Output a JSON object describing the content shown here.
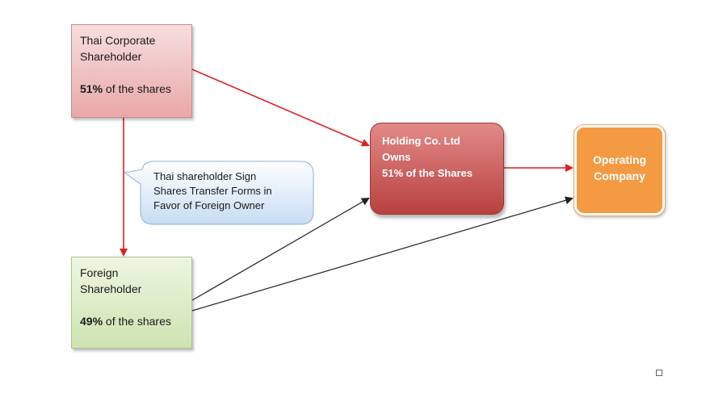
{
  "diagram": {
    "thai_shareholder": {
      "line1": "Thai Corporate",
      "line2": "Shareholder",
      "percent": "51%",
      "suffix": " of the shares"
    },
    "foreign_shareholder": {
      "line1": "Foreign",
      "line2": "Shareholder",
      "percent": "49%",
      "suffix": " of the shares"
    },
    "holding_company": {
      "line1": "Holding Co. Ltd",
      "line2": "Owns",
      "line3": "51% of the Shares"
    },
    "operating_company": {
      "line1": "Operating",
      "line2": "Company"
    },
    "callout": {
      "line1": "Thai shareholder Sign",
      "line2": "Shares Transfer Forms in",
      "line3": "Favor of Foreign Owner"
    }
  },
  "colors": {
    "red_arrow": "#e02020",
    "black_arrow": "#222222",
    "thai_box": "#e9a8a8",
    "foreign_box": "#cde3b0",
    "holding_box": "#b8413f",
    "operating_box": "#f39a43",
    "callout_fill": "#dfeaf7"
  }
}
